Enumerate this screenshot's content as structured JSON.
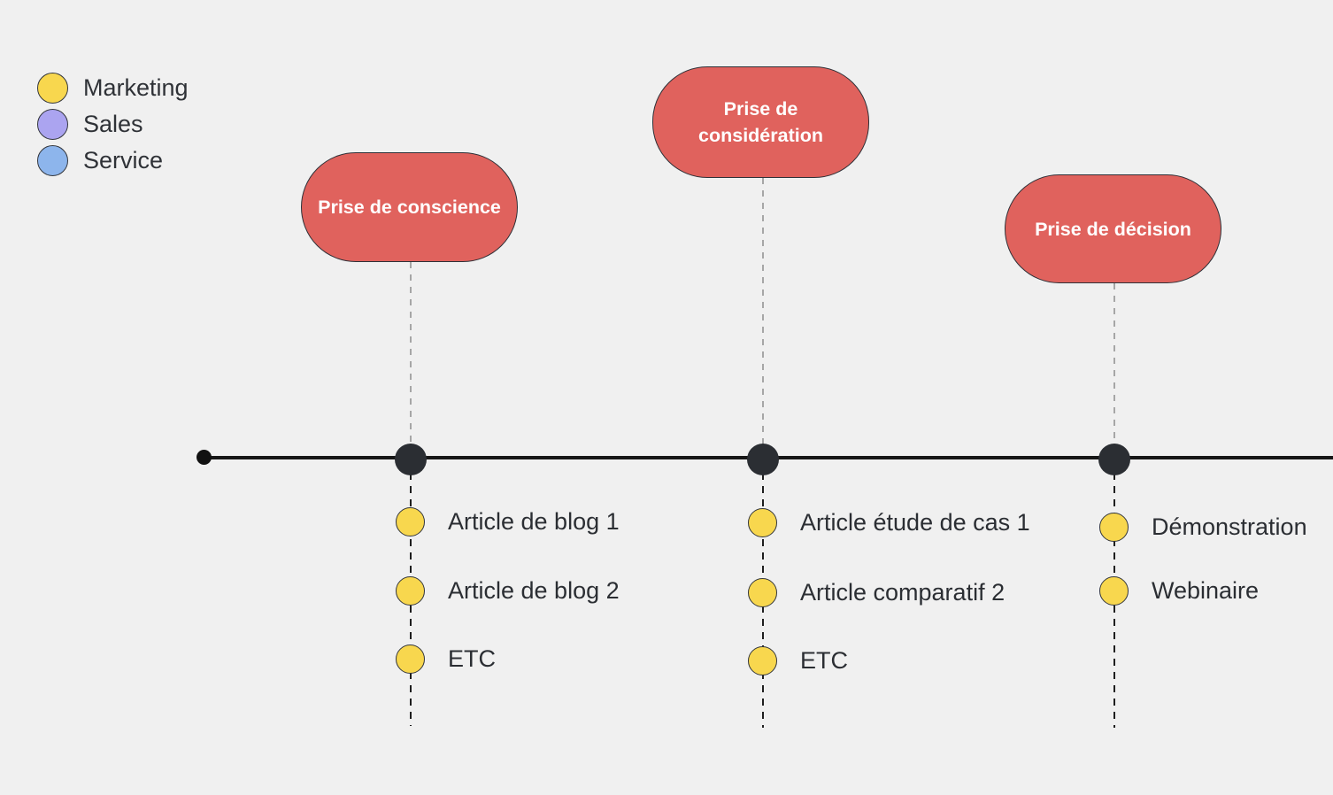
{
  "legend": {
    "items": [
      {
        "label": "Marketing",
        "color": "#f8d74e"
      },
      {
        "label": "Sales",
        "color": "#aba4f0"
      },
      {
        "label": "Service",
        "color": "#8db5ec"
      }
    ]
  },
  "stages": [
    {
      "title": "Prise de conscience",
      "items": [
        "Article de blog 1",
        "Article de blog 2",
        "ETC"
      ]
    },
    {
      "title": "Prise de considération",
      "items": [
        "Article étude de cas 1",
        "Article comparatif 2",
        "ETC"
      ]
    },
    {
      "title": "Prise de décision",
      "items": [
        "Démonstration",
        "Webinaire"
      ]
    }
  ],
  "colors": {
    "background": "#f0f0f0",
    "stage_pill": "#e0625d",
    "pill_text": "#ffffff",
    "timeline_line": "#161616",
    "timeline_node": "#2b2e33",
    "item_dot": "#f8d74e",
    "connector_upper": "#a6a6a6",
    "connector_lower": "#1e1e1e",
    "text": "#2b2e33"
  }
}
